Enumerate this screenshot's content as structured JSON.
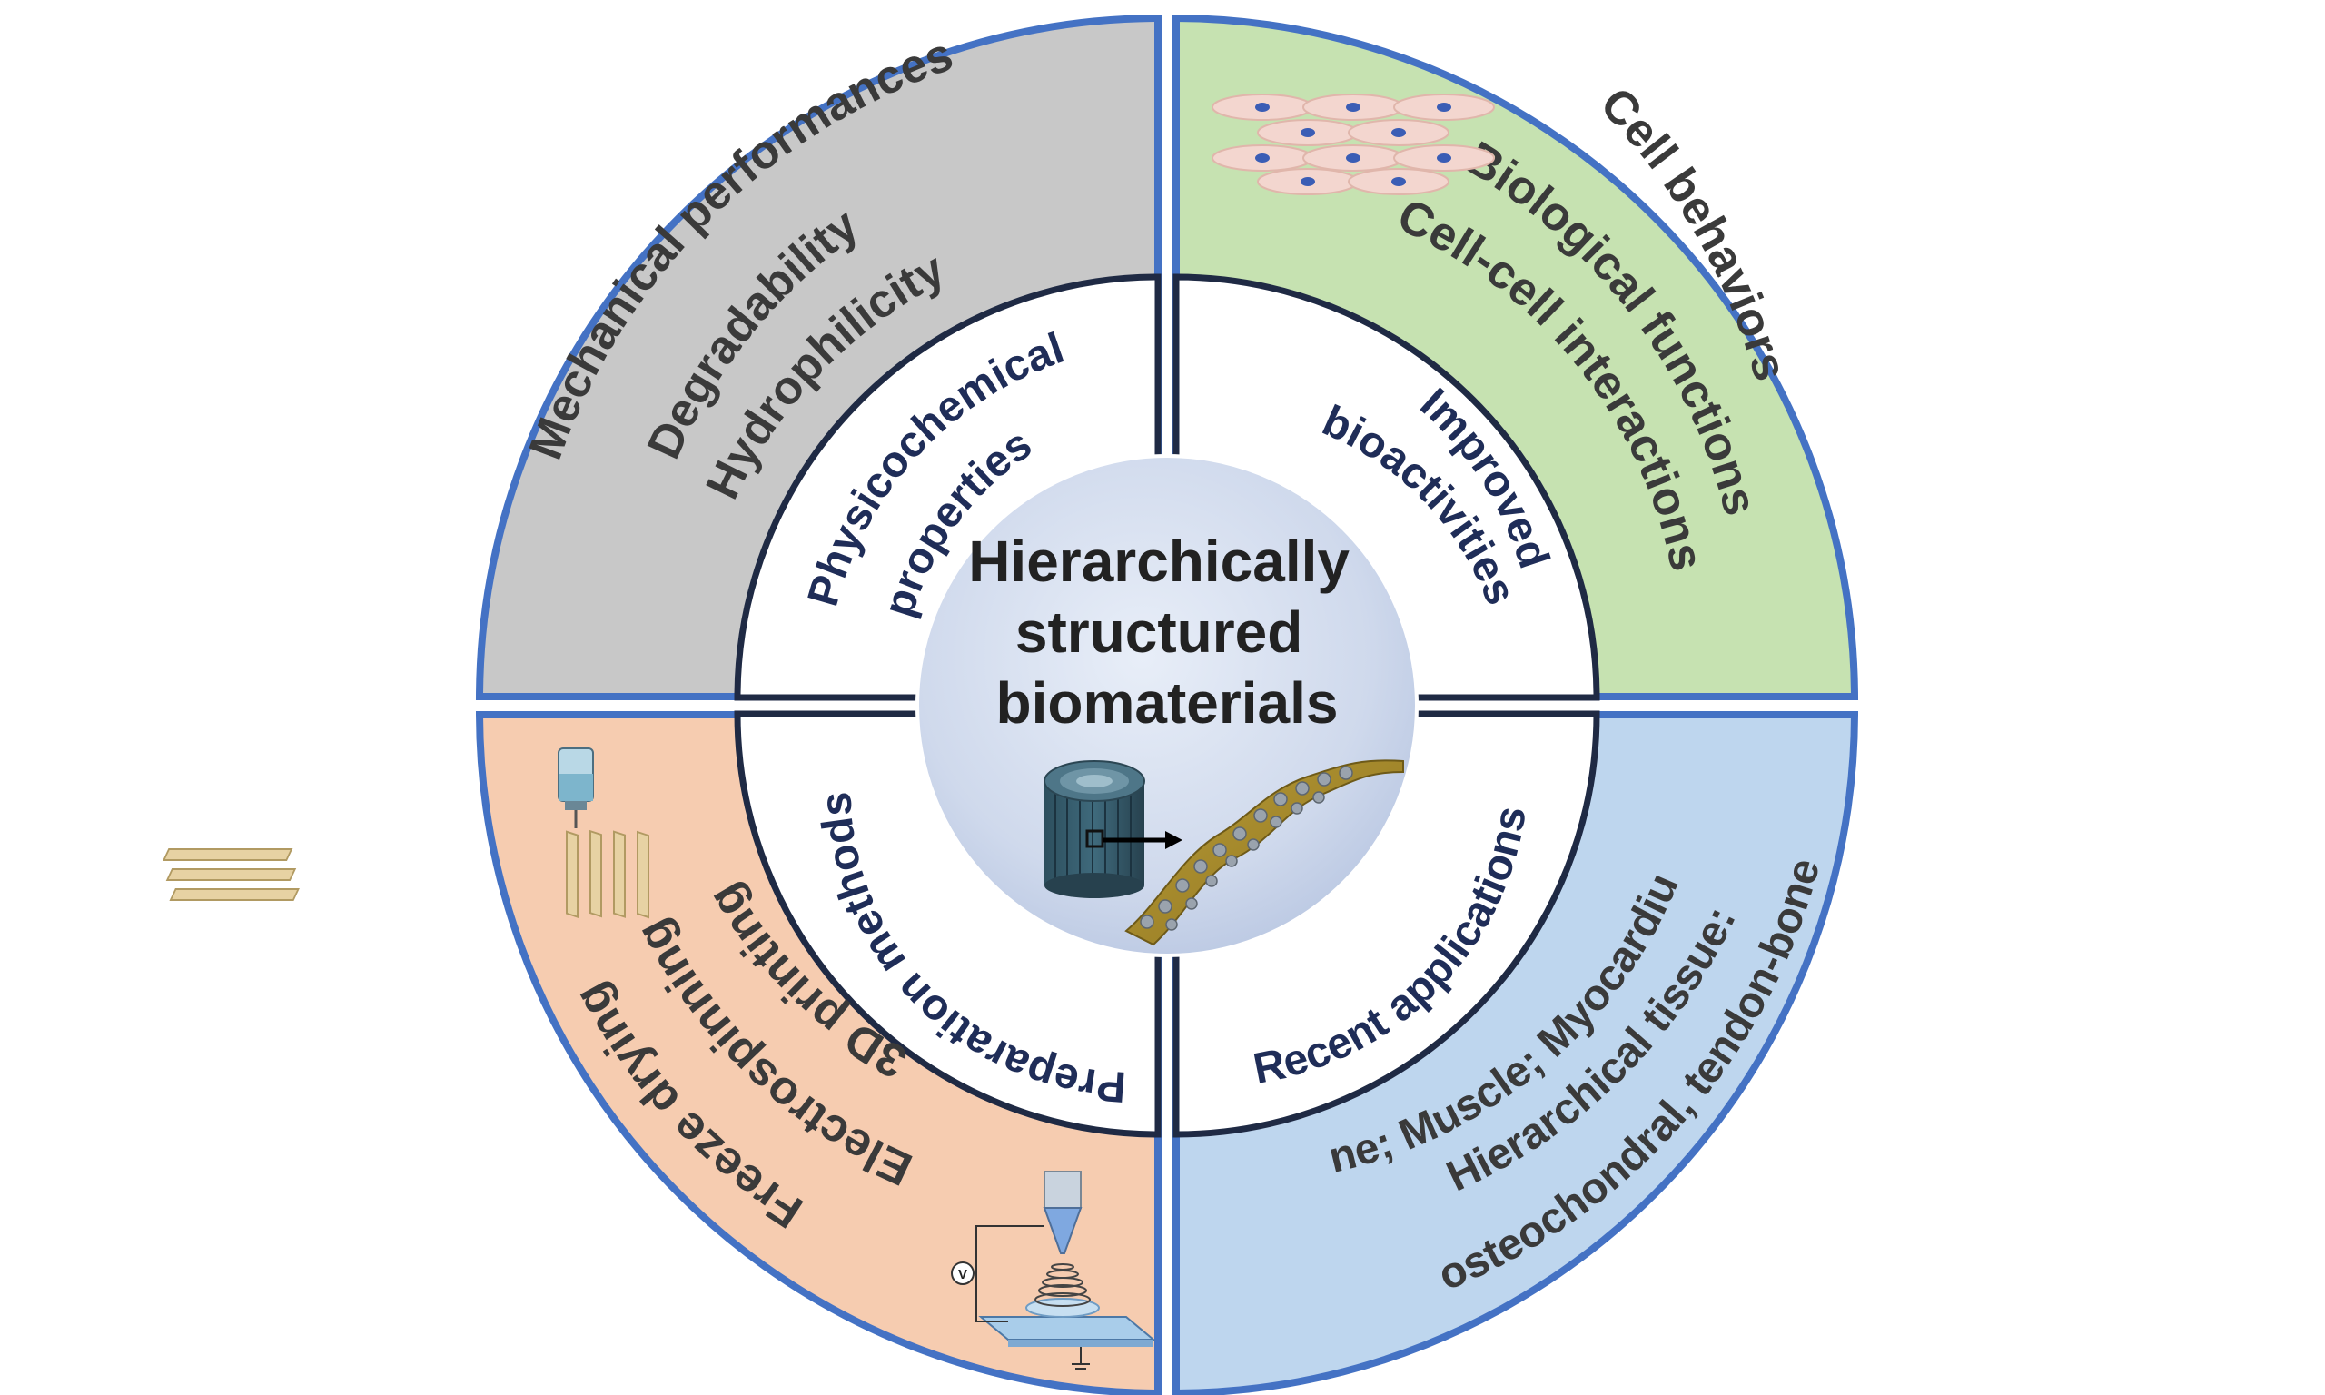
{
  "center": {
    "title_lines": [
      "Hierarchically",
      "structured",
      "biomaterials"
    ]
  },
  "inner": {
    "physicochemical": [
      "Physicochemical",
      "properties"
    ],
    "bioactivities": [
      "Improved",
      "bioactivities"
    ],
    "preparation": "Preparation methods",
    "applications": "Recent applications"
  },
  "outer": {
    "mechanical": {
      "lines": [
        "Mechanical performances",
        "Degradability",
        "Hydrophilicity"
      ],
      "color": "#c8c8c8"
    },
    "cell": {
      "lines": [
        "Cell behaviors",
        "Biological functions",
        "Cell-cell interactions"
      ],
      "color": "#c6e2b1"
    },
    "methods": {
      "lines": [
        "3D printing",
        "Electrospinning",
        "Freeze drying"
      ],
      "color": "#f6ccb0"
    },
    "applications": {
      "lines": [
        "Bone;  Muscle; Myocardium",
        "Hierarchical tissue:",
        "osteochondral, tendon-bone"
      ],
      "color": "#bed6ee"
    }
  },
  "icons": {
    "voltmeter_label": "V"
  },
  "colors": {
    "ring_border": "#4472c4",
    "inner_border": "#1f2a44",
    "inner_text": "#1f2d58",
    "center_fill": "#d3dcee"
  }
}
